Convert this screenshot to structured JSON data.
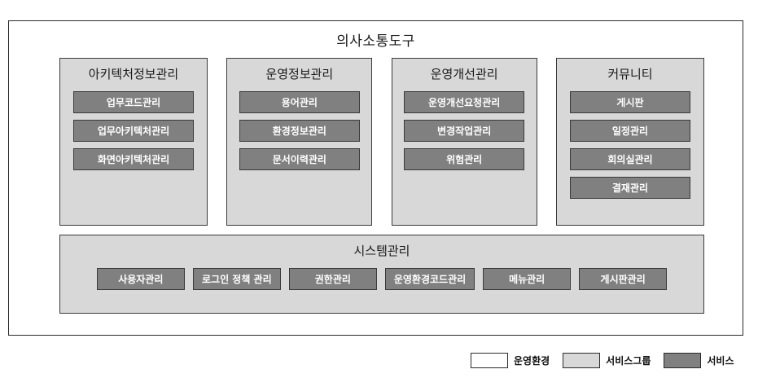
{
  "diagram": {
    "environment_title": "의사소통도구",
    "colors": {
      "environment_fill": "#ffffff",
      "service_group_fill": "#d8d8d8",
      "service_fill": "#808080",
      "border": "#3a3a3a",
      "service_text": "#ffffff"
    },
    "service_groups": [
      {
        "title": "아키텍처정보관리",
        "services": [
          "업무코드관리",
          "업무아키텍처관리",
          "화면아키텍처관리"
        ]
      },
      {
        "title": "운영정보관리",
        "services": [
          "용어관리",
          "환경정보관리",
          "문서이력관리"
        ]
      },
      {
        "title": "운영개선관리",
        "services": [
          "운영개선요청관리",
          "변경작업관리",
          "위험관리"
        ]
      },
      {
        "title": "커뮤니티",
        "services": [
          "게시판",
          "일정관리",
          "회의실관리",
          "결재관리"
        ]
      }
    ],
    "system_group": {
      "title": "시스템관리",
      "services": [
        "사용자관리",
        "로그인 정책 관리",
        "권한관리",
        "운영환경코드관리",
        "메뉴관리",
        "게시판관리"
      ]
    },
    "legend": [
      {
        "label": "운영환경",
        "color": "#ffffff"
      },
      {
        "label": "서비스그룹",
        "color": "#d8d8d8"
      },
      {
        "label": "서비스",
        "color": "#808080"
      }
    ]
  }
}
